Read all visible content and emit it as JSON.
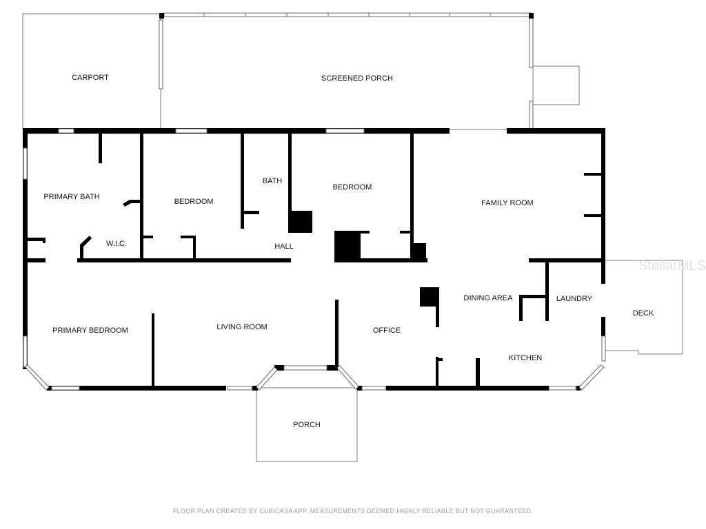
{
  "floor_plan": {
    "rooms": {
      "carport": "CARPORT",
      "screened_porch": "SCREENED PORCH",
      "primary_bath": "PRIMARY BATH",
      "wic": "W.I.C.",
      "bedroom_1": "BEDROOM",
      "bath": "BATH",
      "bedroom_2": "BEDROOM",
      "hall": "HALL",
      "family_room": "FAMILY ROOM",
      "primary_bedroom": "PRIMARY BEDROOM",
      "living_room": "LIVING ROOM",
      "office": "OFFICE",
      "dining_area": "DINING AREA",
      "laundry": "LAUNDRY",
      "kitchen": "KITCHEN",
      "deck": "DECK",
      "porch": "PORCH"
    },
    "watermark": "StellarMLS",
    "footer": "FLOOR PLAN CREATED BY CUBICASA APP. MEASUREMENTS DEEMED HIGHLY RELIABLE BUT NOT GUARANTEED.",
    "colors": {
      "wall": "#000000",
      "outline": "#777777",
      "footer_text": "#9a9a9a"
    }
  }
}
